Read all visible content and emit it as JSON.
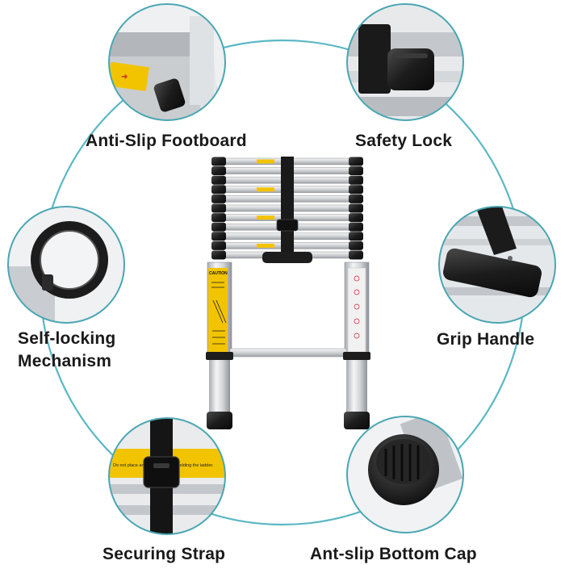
{
  "features": {
    "footboard": {
      "title": "Anti-Slip Footboard"
    },
    "safety_lock": {
      "title": "Safety Lock"
    },
    "self_locking": {
      "line1": "Self-locking",
      "line2": "Mechanism"
    },
    "grip_handle": {
      "title": "Grip Handle"
    },
    "securing_strap": {
      "title": "Securing Strap"
    },
    "bottom_cap": {
      "title": "Ant-slip Bottom Cap"
    }
  },
  "ladder": {
    "caution_label": "CAUTION",
    "strap_notice": "Do not place any fingers, before holding the ladder.",
    "rung_count": 11
  },
  "colors": {
    "connector_ring": "#5bb8c4",
    "detail_border": "#4aa6b2",
    "warning_yellow": "#f2c400",
    "aluminum": "#d7dadd",
    "black_plastic": "#1d1d1d"
  }
}
